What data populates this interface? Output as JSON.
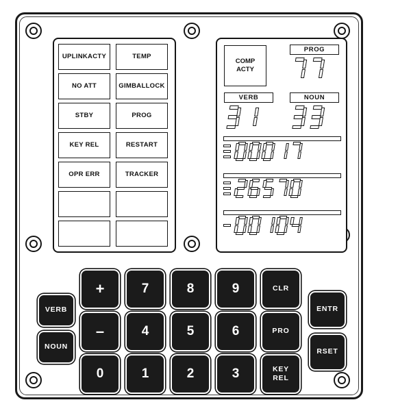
{
  "panel": {
    "name": "Apollo DSKY display and keyboard unit",
    "frame_color": "#141414",
    "background_color": "#ffffff",
    "key_color": "#1b1b1b",
    "key_text_color": "#ffffff"
  },
  "status_lamps": [
    {
      "label": "UPLINK ACTY",
      "line1": "UPLINK",
      "line2": "ACTY",
      "lit": false
    },
    {
      "label": "TEMP",
      "line1": "TEMP",
      "line2": "",
      "lit": false
    },
    {
      "label": "NO ATT",
      "line1": "NO ATT",
      "line2": "",
      "lit": false
    },
    {
      "label": "GIMBAL LOCK",
      "line1": "GIMBAL",
      "line2": "LOCK",
      "lit": false
    },
    {
      "label": "STBY",
      "line1": "STBY",
      "line2": "",
      "lit": false
    },
    {
      "label": "PROG",
      "line1": "PROG",
      "line2": "",
      "lit": false
    },
    {
      "label": "KEY REL",
      "line1": "KEY REL",
      "line2": "",
      "lit": false
    },
    {
      "label": "RESTART",
      "line1": "RESTART",
      "line2": "",
      "lit": false
    },
    {
      "label": "OPR ERR",
      "line1": "OPR ERR",
      "line2": "",
      "lit": false
    },
    {
      "label": "TRACKER",
      "line1": "TRACKER",
      "line2": "",
      "lit": false
    },
    {
      "label": "blank-1",
      "line1": "",
      "line2": "",
      "lit": false
    },
    {
      "label": "blank-2",
      "line1": "",
      "line2": "",
      "lit": false
    },
    {
      "label": "blank-3",
      "line1": "",
      "line2": "",
      "lit": false
    },
    {
      "label": "blank-4",
      "line1": "",
      "line2": "",
      "lit": false
    }
  ],
  "display": {
    "comp_acty": {
      "line1": "COMP",
      "line2": "ACTY"
    },
    "prog": {
      "label": "PROG",
      "value": "77"
    },
    "verb": {
      "label": "VERB",
      "value": "31"
    },
    "noun": {
      "label": "NOUN",
      "value": "33"
    },
    "registers": [
      {
        "name": "register-1",
        "sign": "plus",
        "value": "00017"
      },
      {
        "name": "register-2",
        "sign": "plus",
        "value": "26570"
      },
      {
        "name": "register-3",
        "sign": "minus",
        "value": "00104"
      }
    ]
  },
  "keypad": {
    "keys": [
      {
        "name": "key-verb",
        "label": "VERB",
        "type": "text"
      },
      {
        "name": "key-noun",
        "label": "NOUN",
        "type": "text"
      },
      {
        "name": "key-plus",
        "label": "+",
        "type": "op"
      },
      {
        "name": "key-minus",
        "label": "–",
        "type": "op"
      },
      {
        "name": "key-0",
        "label": "0",
        "type": "num"
      },
      {
        "name": "key-7",
        "label": "7",
        "type": "num"
      },
      {
        "name": "key-4",
        "label": "4",
        "type": "num"
      },
      {
        "name": "key-1",
        "label": "1",
        "type": "num"
      },
      {
        "name": "key-8",
        "label": "8",
        "type": "num"
      },
      {
        "name": "key-5",
        "label": "5",
        "type": "num"
      },
      {
        "name": "key-2",
        "label": "2",
        "type": "num"
      },
      {
        "name": "key-9",
        "label": "9",
        "type": "num"
      },
      {
        "name": "key-6",
        "label": "6",
        "type": "num"
      },
      {
        "name": "key-3",
        "label": "3",
        "type": "num"
      },
      {
        "name": "key-clr",
        "label": "CLR",
        "type": "text"
      },
      {
        "name": "key-pro",
        "label": "PRO",
        "type": "text"
      },
      {
        "name": "key-key-rel",
        "label": "KEY",
        "label2": "REL",
        "type": "text"
      },
      {
        "name": "key-entr",
        "label": "ENTR",
        "type": "text"
      },
      {
        "name": "key-rset",
        "label": "RSET",
        "type": "text"
      }
    ]
  }
}
